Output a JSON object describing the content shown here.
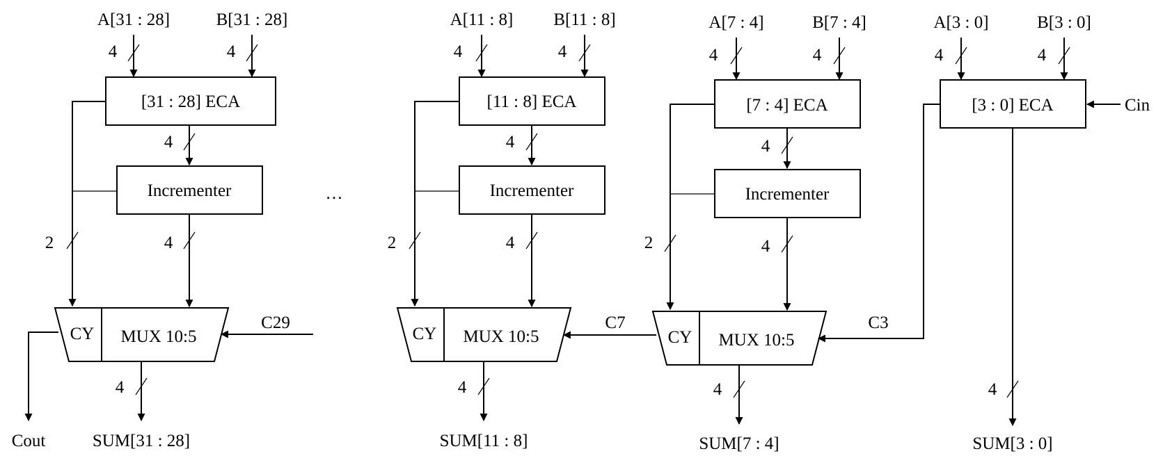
{
  "blocks": [
    {
      "input_a": "A[31 : 28]",
      "input_b": "B[31 : 28]",
      "width_a": "4",
      "width_b": "4",
      "eca": "[31 : 28] ECA",
      "eca_out_width": "4",
      "incrementer": "Incrementer",
      "carry_width": "2",
      "inc_out_width": "4",
      "cy": "CY",
      "mux": "MUX 10:5",
      "carry_in": "C29",
      "sum_width": "4",
      "sum": "SUM[31 : 28]",
      "carry_out": "Cout"
    },
    {
      "input_a": "A[11 : 8]",
      "input_b": "B[11 : 8]",
      "width_a": "4",
      "width_b": "4",
      "eca": "[11 : 8] ECA",
      "eca_out_width": "4",
      "incrementer": "Incrementer",
      "carry_width": "2",
      "inc_out_width": "4",
      "cy": "CY",
      "mux": "MUX 10:5",
      "carry_in": "C7",
      "sum_width": "4",
      "sum": "SUM[11 : 8]"
    },
    {
      "input_a": "A[7 : 4]",
      "input_b": "B[7 : 4]",
      "width_a": "4",
      "width_b": "4",
      "eca": "[7 : 4] ECA",
      "eca_out_width": "4",
      "incrementer": "Incrementer",
      "carry_width": "2",
      "inc_out_width": "4",
      "cy": "CY",
      "mux": "MUX 10:5",
      "carry_in": "C3",
      "sum_width": "4",
      "sum": "SUM[7 : 4]"
    },
    {
      "input_a": "A[3 : 0]",
      "input_b": "B[3 : 0]",
      "width_a": "4",
      "width_b": "4",
      "eca": "[3 : 0] ECA",
      "carry_in": "Cin",
      "sum_width": "4",
      "sum": "SUM[3 : 0]"
    }
  ],
  "ellipsis": "…"
}
